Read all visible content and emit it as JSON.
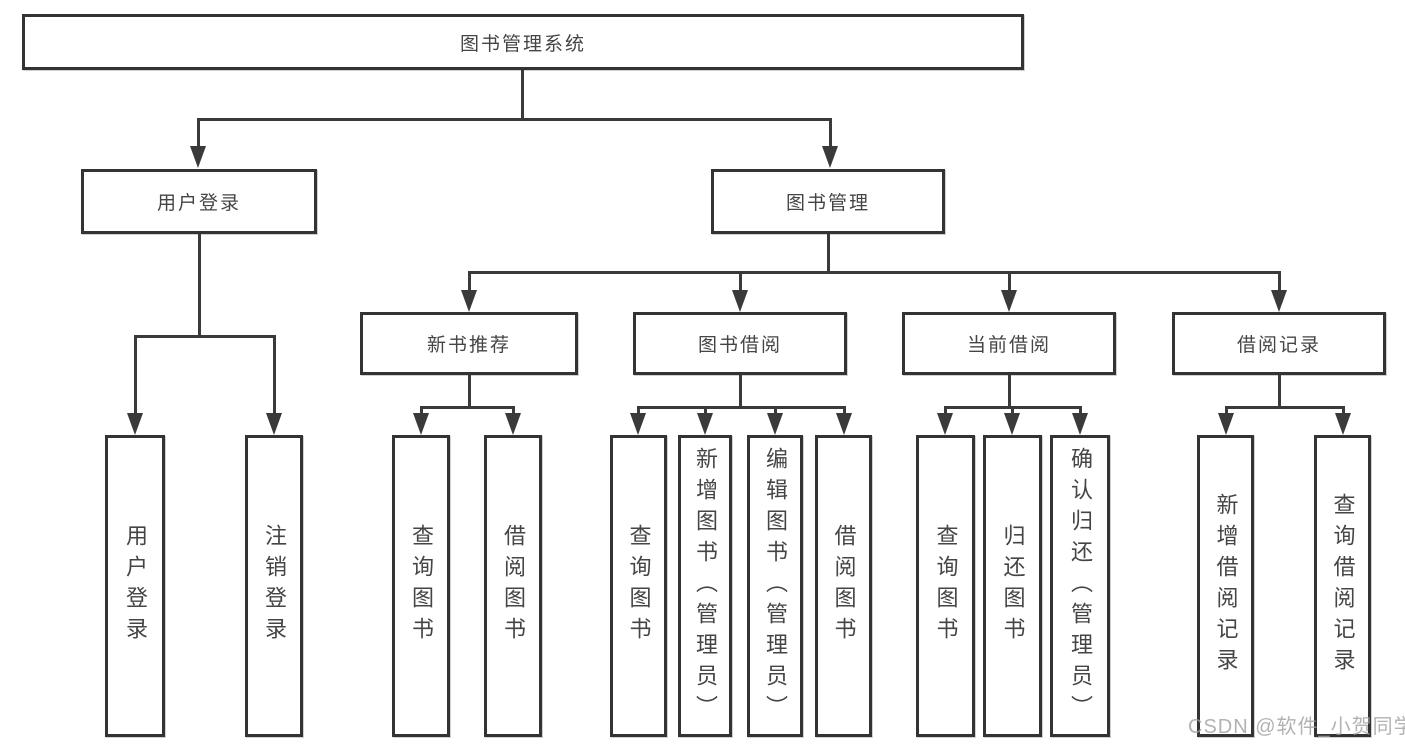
{
  "tree": {
    "root": {
      "label": "图书管理系统"
    },
    "children": [
      {
        "label": "用户登录",
        "leaves": [
          {
            "label": "用户登录"
          },
          {
            "label": "注销登录"
          }
        ]
      },
      {
        "label": "图书管理",
        "children": [
          {
            "label": "新书推荐",
            "leaves": [
              {
                "label": "查询图书"
              },
              {
                "label": "借阅图书"
              }
            ]
          },
          {
            "label": "图书借阅",
            "leaves": [
              {
                "label": "查询图书"
              },
              {
                "label": "新增图书（管理员）"
              },
              {
                "label": "编辑图书（管理员）"
              },
              {
                "label": "借阅图书"
              }
            ]
          },
          {
            "label": "当前借阅",
            "leaves": [
              {
                "label": "查询图书"
              },
              {
                "label": "归还图书"
              },
              {
                "label": "确认归还（管理员）"
              }
            ]
          },
          {
            "label": "借阅记录",
            "leaves": [
              {
                "label": "新增借阅记录"
              },
              {
                "label": "查询借阅记录"
              }
            ]
          }
        ]
      }
    ]
  },
  "watermark": {
    "text": "CSDN @软件_小贺同学"
  },
  "colors": {
    "line": "#3a3a3a",
    "border": "#333333",
    "text": "#454545",
    "watermark": "#a0a0a0",
    "background": "#ffffff"
  }
}
